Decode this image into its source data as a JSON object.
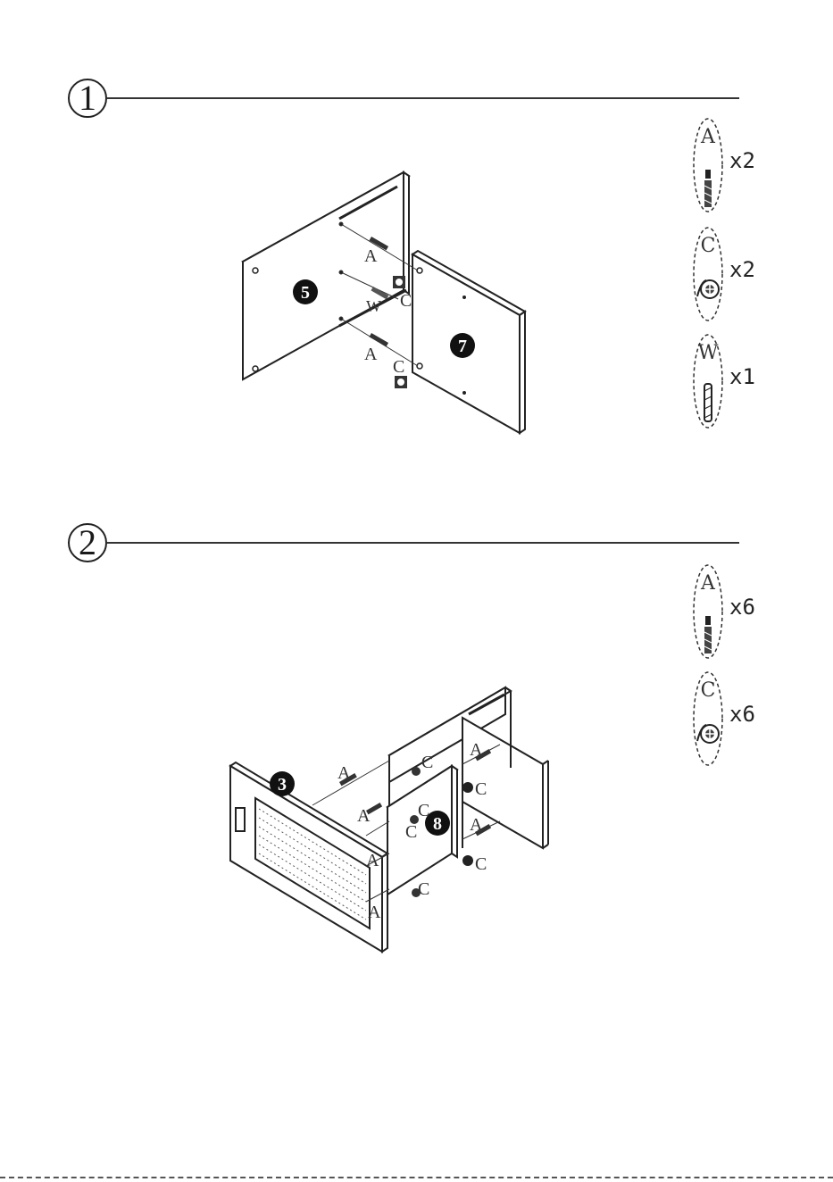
{
  "steps": [
    {
      "number": "1",
      "parts": [
        {
          "letter": "A",
          "qty": "x2"
        },
        {
          "letter": "C",
          "qty": "x2"
        },
        {
          "letter": "W",
          "qty": "x1"
        }
      ],
      "panels": [
        "5",
        "7"
      ],
      "callouts": {
        "a1": "A",
        "a2": "A",
        "w": "W",
        "c1": "C",
        "c2": "C"
      }
    },
    {
      "number": "2",
      "parts": [
        {
          "letter": "A",
          "qty": "x6"
        },
        {
          "letter": "C",
          "qty": "x6"
        }
      ],
      "panels": [
        "3",
        "8"
      ],
      "callouts": {
        "a1": "A",
        "a2": "A",
        "a3": "A",
        "a4": "A",
        "a5": "A",
        "a6": "A",
        "c1": "C",
        "c2": "C",
        "c3": "C",
        "c4": "C",
        "c5": "C",
        "c6": "C"
      }
    }
  ]
}
